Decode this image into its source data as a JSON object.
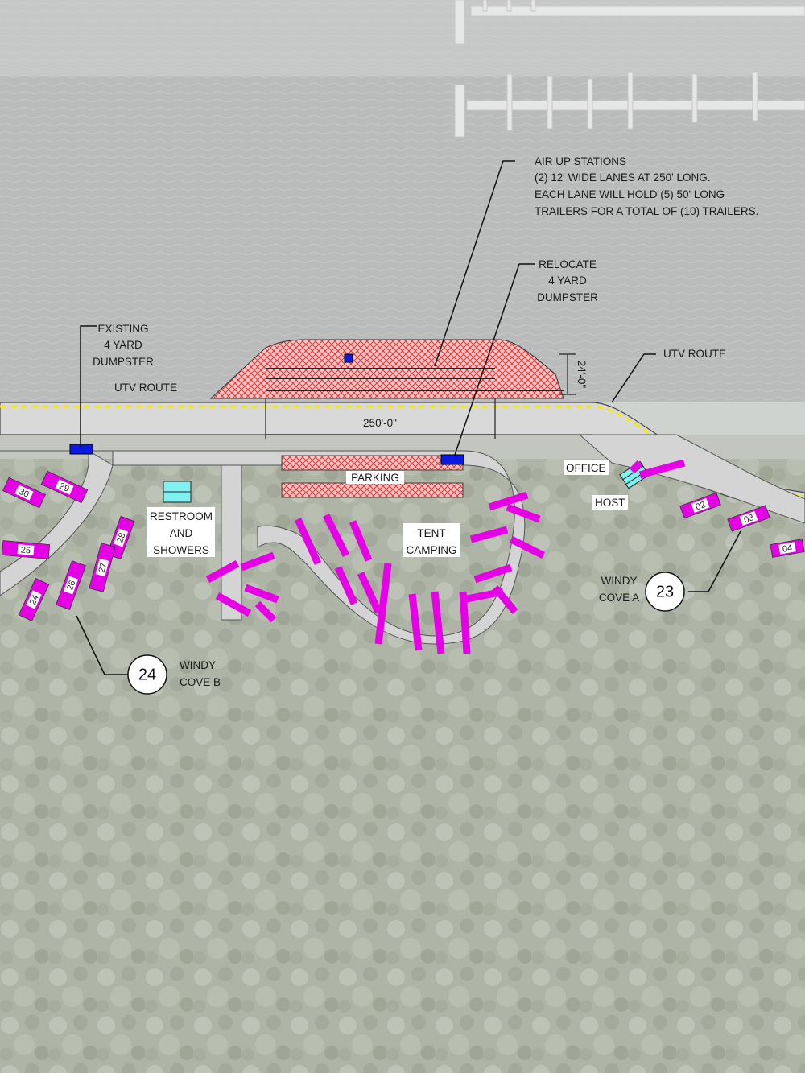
{
  "labels": {
    "air_up": [
      "AIR UP STATIONS",
      "(2) 12' WIDE LANES AT 250' LONG.",
      "EACH LANE WILL HOLD (5) 50' LONG",
      "TRAILERS FOR A TOTAL OF (10) TRAILERS."
    ],
    "relocate": [
      "RELOCATE",
      "4 YARD",
      "DUMPSTER"
    ],
    "existing": [
      "EXISTING",
      "4 YARD",
      "DUMPSTER"
    ],
    "utv_route_left": "UTV ROUTE",
    "utv_route_right": "UTV ROUTE",
    "dim_width": "24'-0\"",
    "dim_length": "250'-0\"",
    "parking": "PARKING",
    "restroom": [
      "RESTROOM",
      "AND",
      "SHOWERS"
    ],
    "tent": [
      "TENT",
      "CAMPING"
    ],
    "office": "OFFICE",
    "host": "HOST",
    "windy_a": [
      "WINDY",
      "COVE A"
    ],
    "windy_b": [
      "WINDY",
      "COVE B"
    ]
  },
  "badges": {
    "cove_a": "23",
    "cove_b": "24"
  },
  "sites": [
    "30",
    "29",
    "28",
    "25",
    "27",
    "26",
    "24",
    "02",
    "03",
    "04"
  ],
  "colors": {
    "water": "#b9bcbb",
    "forest": "#aeb6a6",
    "road": "#dadada",
    "campsite": "#e600e6",
    "hatch": "#e23b3b",
    "utv_line": "#f2e81a",
    "restroom": "#80f0f0",
    "dumpster": "#0a1ae0"
  }
}
